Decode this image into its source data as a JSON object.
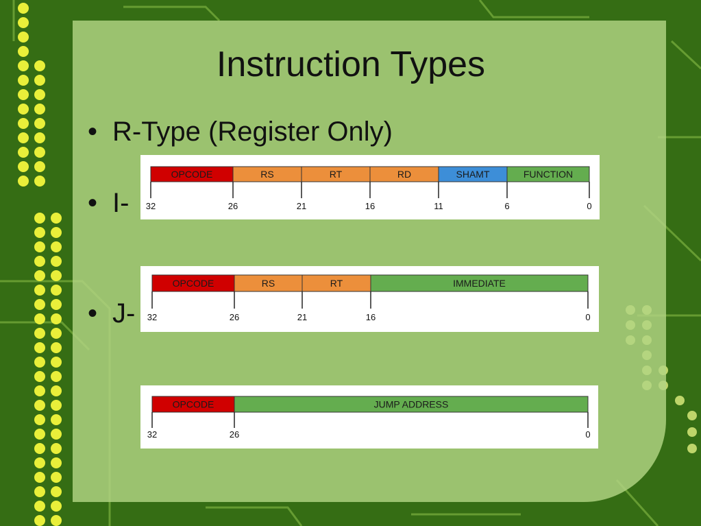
{
  "slide": {
    "title": "Instruction Types",
    "bullets": [
      {
        "label": "R-Type (Register Only)"
      },
      {
        "label": "I-"
      },
      {
        "label": "J-"
      }
    ]
  },
  "formats": [
    {
      "fields": [
        {
          "label": "OPCODE",
          "color": "#d00000"
        },
        {
          "label": "RS",
          "color": "#ec8f3b"
        },
        {
          "label": "RT",
          "color": "#ec8f3b"
        },
        {
          "label": "RD",
          "color": "#ec8f3b"
        },
        {
          "label": "SHAMT",
          "color": "#3d8ed8"
        },
        {
          "label": "FUNCTION",
          "color": "#64ad4f"
        }
      ],
      "bits": [
        "32",
        "26",
        "21",
        "16",
        "11",
        "6",
        "0"
      ]
    },
    {
      "fields": [
        {
          "label": "OPCODE",
          "color": "#d00000"
        },
        {
          "label": "RS",
          "color": "#ec8f3b"
        },
        {
          "label": "RT",
          "color": "#ec8f3b"
        },
        {
          "label": "IMMEDIATE",
          "color": "#64ad4f"
        }
      ],
      "bits": [
        "32",
        "26",
        "21",
        "16",
        "0"
      ]
    },
    {
      "fields": [
        {
          "label": "OPCODE",
          "color": "#d00000"
        },
        {
          "label": "JUMP ADDRESS",
          "color": "#64ad4f"
        }
      ],
      "bits": [
        "32",
        "26",
        "0"
      ]
    }
  ]
}
